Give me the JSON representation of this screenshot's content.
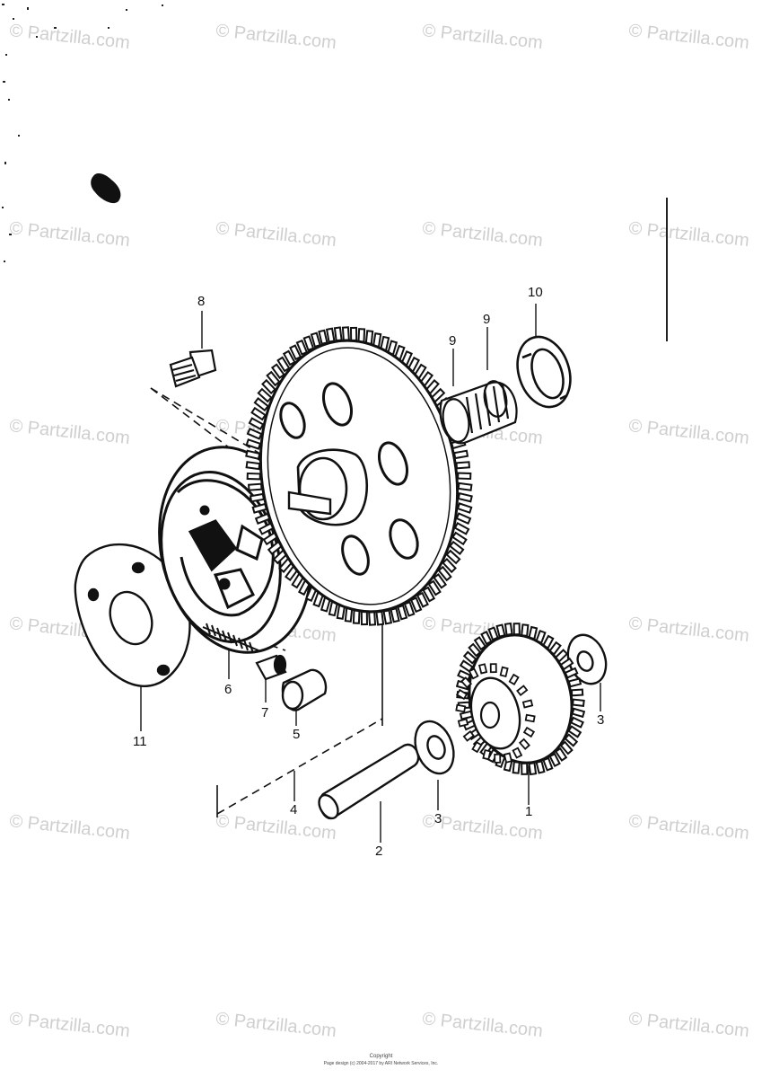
{
  "watermark": "© Partzilla.com",
  "callouts": {
    "c1": "1",
    "c2": "2",
    "c3a": "3",
    "c3b": "3",
    "c4": "4",
    "c5": "5",
    "c6": "6",
    "c7": "7",
    "c8": "8",
    "c9a": "9",
    "c9b": "9",
    "c10": "10",
    "c11": "11"
  },
  "footer": {
    "line1": "Copyright",
    "line2": "Page design (c) 2004-2017 by ARI Network Services, Inc."
  }
}
